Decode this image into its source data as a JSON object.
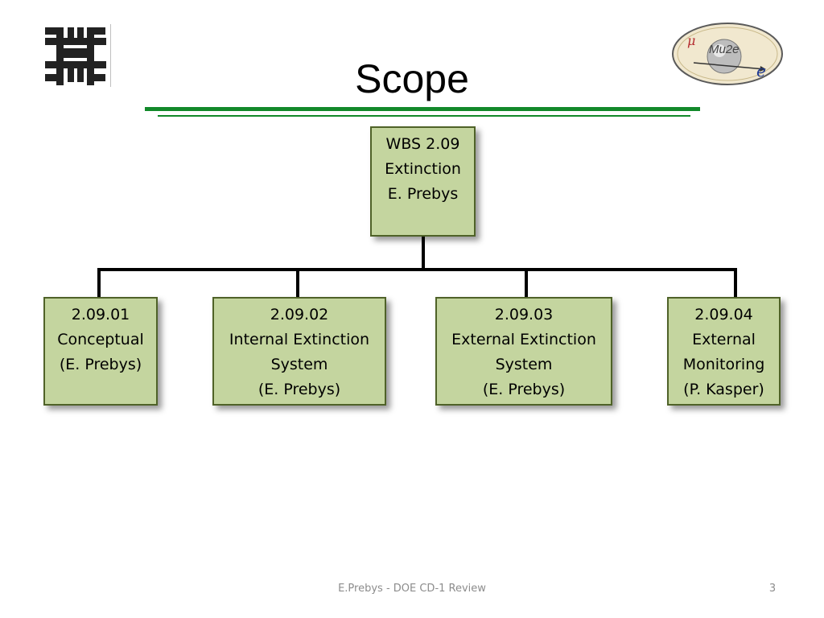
{
  "slide": {
    "title": "Scope",
    "footer": "E.Prebys - DOE CD-1 Review",
    "page_number": "3"
  },
  "logos": {
    "left": {
      "icon": "fermilab-logo-icon"
    },
    "right": {
      "icon": "mu2e-logo-icon",
      "text": "Mu2e"
    }
  },
  "colors": {
    "accent_rule": "#12892a",
    "box_fill": "#c4d59f",
    "box_border": "#4f6228"
  },
  "org_chart": {
    "root": {
      "line1": "WBS 2.09",
      "line2": "Extinction",
      "line3": "E. Prebys"
    },
    "children": [
      {
        "line1": "2.09.01",
        "line2": "Conceptual",
        "line3": "(E. Prebys)",
        "line4": ""
      },
      {
        "line1": "2.09.02",
        "line2": "Internal Extinction",
        "line3": "System",
        "line4": "(E. Prebys)"
      },
      {
        "line1": "2.09.03",
        "line2": "External Extinction",
        "line3": "System",
        "line4": "(E. Prebys)"
      },
      {
        "line1": "2.09.04",
        "line2": "External",
        "line3": "Monitoring",
        "line4": "(P. Kasper)"
      }
    ]
  }
}
